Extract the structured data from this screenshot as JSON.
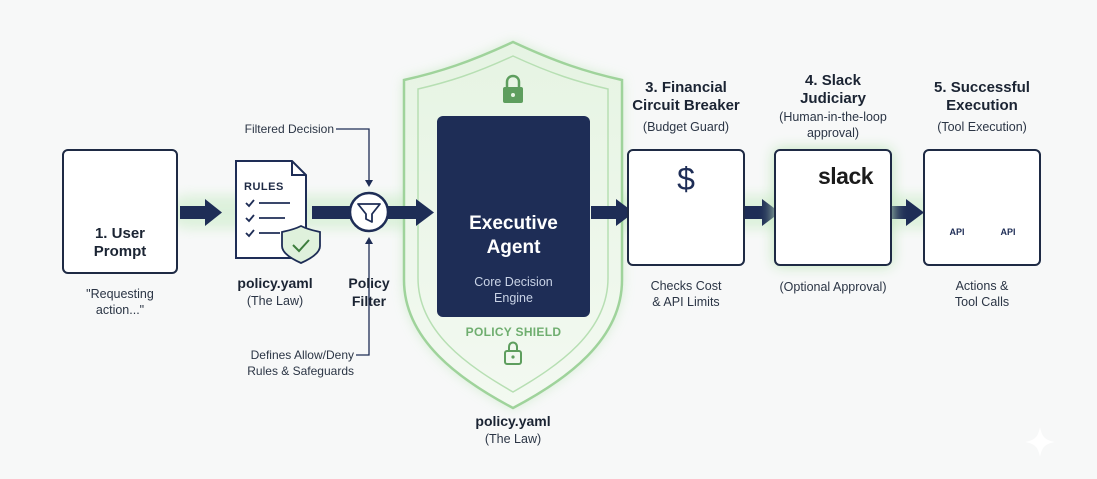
{
  "step1": {
    "title": "1. User\nPrompt",
    "caption": "\"Requesting\naction...\""
  },
  "policy_doc": {
    "rules_word": "RULES",
    "name": "policy.yaml",
    "sub": "(The Law)"
  },
  "filter": {
    "title": "Policy\nFilter",
    "top_note": "Filtered Decision",
    "bottom_note": "Defines Allow/Deny\nRules & Safeguards"
  },
  "agent": {
    "title": "Executive\nAgent",
    "sub": "Core Decision\nEngine"
  },
  "shield": {
    "label": "POLICY SHIELD",
    "name": "policy.yaml",
    "sub": "(The Law)"
  },
  "step3": {
    "title": "3. Financial\nCircuit Breaker",
    "sub": "(Budget Guard)",
    "caption": "Checks Cost\n& API Limits",
    "dollar": "$"
  },
  "step4": {
    "title": "4. Slack\nJudiciary",
    "sub": "(Human-in-the-loop\napproval)",
    "caption": "(Optional Approval)",
    "slack_word": "slack"
  },
  "step5": {
    "title": "5. Successful\nExecution",
    "sub": "(Tool Execution)",
    "caption": "Actions &\nTool Calls",
    "api_label": "API"
  },
  "colors": {
    "navy": "#1e2d56",
    "shield_green": "#6fae6f",
    "glow": "#b9e4b7",
    "slack_red": "#e01e5a",
    "slack_blue": "#36c5f0",
    "slack_green": "#2eb67d",
    "slack_yellow": "#ecb22e"
  }
}
